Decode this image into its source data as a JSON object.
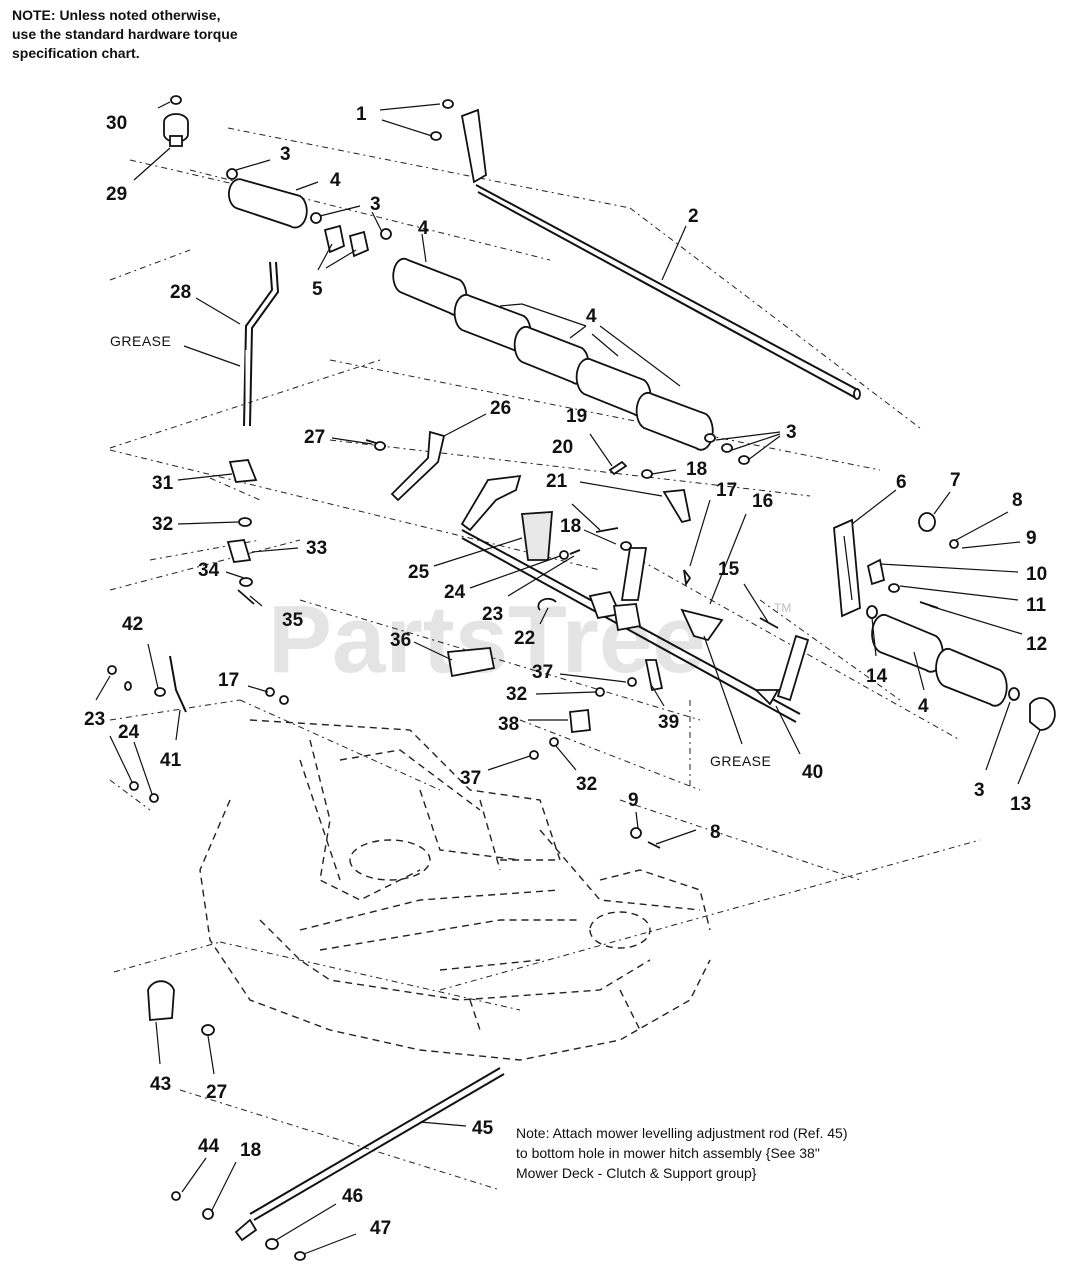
{
  "note_top": "NOTE: Unless noted otherwise,\nuse the standard hardware torque\nspecification chart.",
  "note_bottom": "Note: Attach mower levelling adjustment rod (Ref. 45)\nto bottom hole in mower hitch assembly {See 38\"\nMower Deck - Clutch & Support group}",
  "watermark": "PartsTree",
  "trademark": "TM",
  "grease_labels": [
    "GREASE",
    "GREASE"
  ],
  "callouts": [
    "1",
    "2",
    "3",
    "4",
    "3",
    "4",
    "5",
    "4",
    "3",
    "30",
    "29",
    "28",
    "26",
    "27",
    "19",
    "20",
    "18",
    "21",
    "18",
    "17",
    "16",
    "31",
    "32",
    "33",
    "25",
    "24",
    "23",
    "22",
    "34",
    "35",
    "36",
    "37",
    "32",
    "38",
    "39",
    "37",
    "32",
    "6",
    "7",
    "8",
    "9",
    "10",
    "11",
    "12",
    "14",
    "4",
    "3",
    "13",
    "15",
    "40",
    "42",
    "23",
    "24",
    "41",
    "17",
    "9",
    "8",
    "43",
    "27",
    "45",
    "44",
    "18",
    "46",
    "47"
  ]
}
